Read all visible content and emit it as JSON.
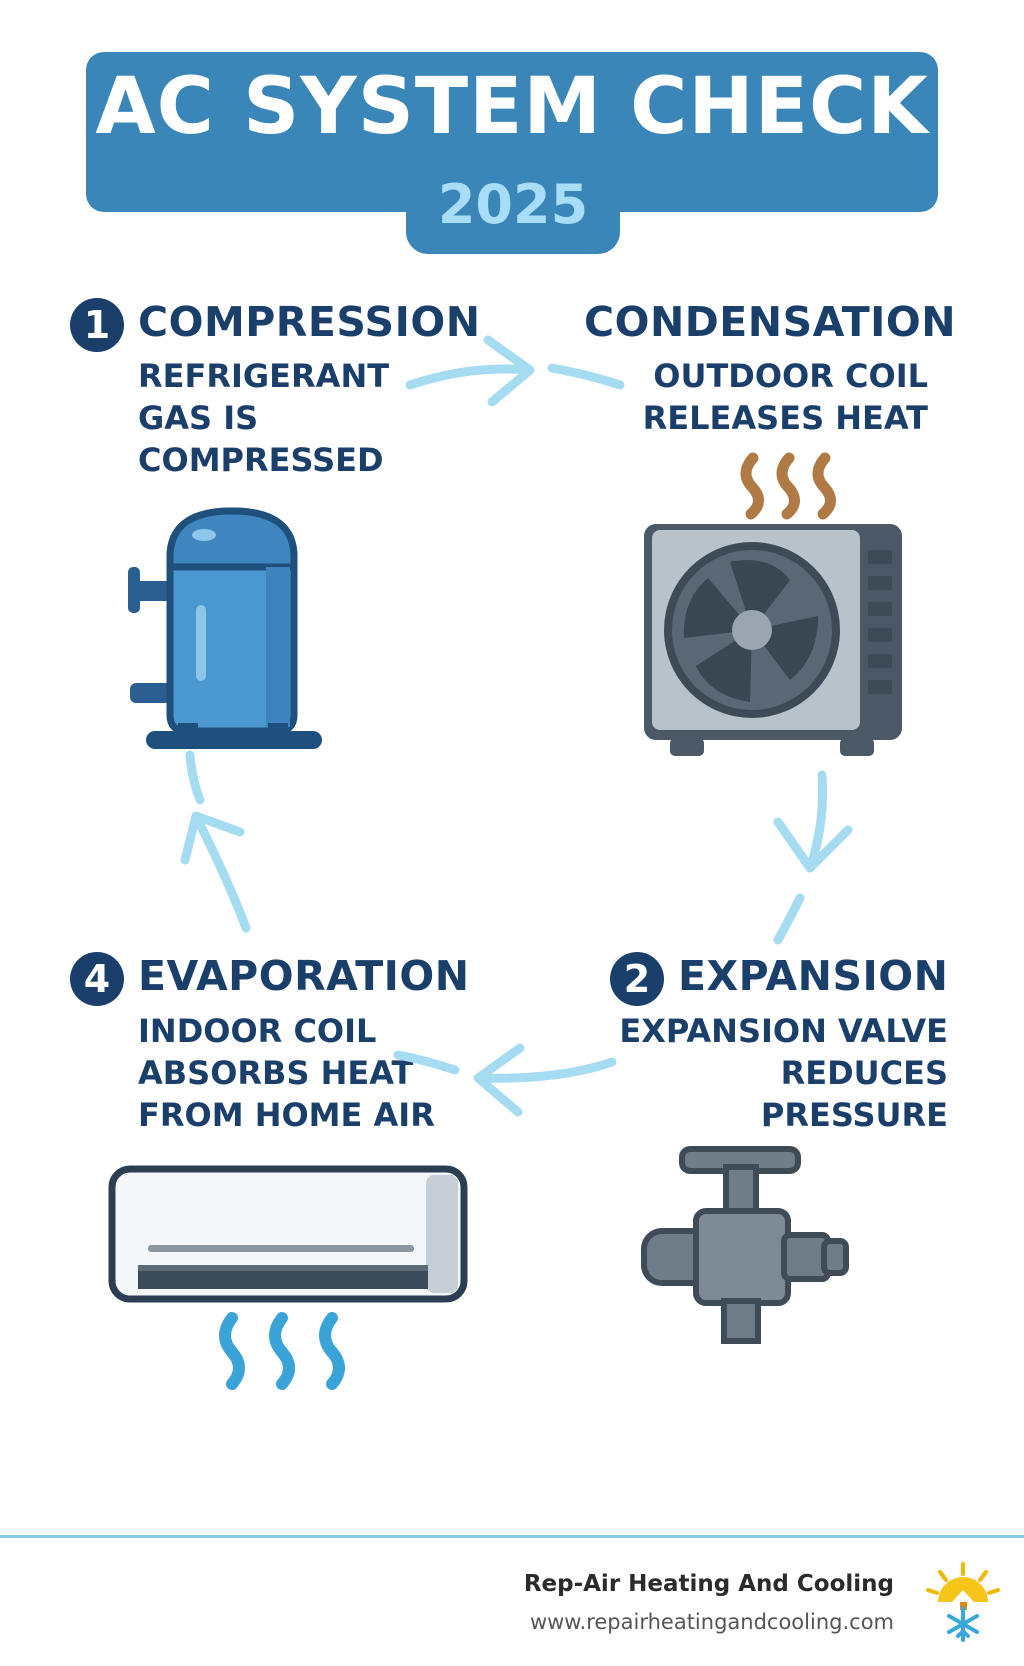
{
  "header": {
    "title": "AC SYSTEM CHECK",
    "year": "2025"
  },
  "steps": {
    "compression": {
      "number": "1",
      "title": "COMPRESSION",
      "lines": [
        "REFRIGERANT",
        "GAS IS",
        "COMPRESSED"
      ]
    },
    "condensation": {
      "title": "CONDENSATION",
      "lines": [
        "OUTDOOR COIL",
        "RELEASES HEAT"
      ]
    },
    "expansion": {
      "number": "2",
      "title": "EXPANSION",
      "lines": [
        "EXPANSION VALVE",
        "REDUCES",
        "PRESSURE"
      ]
    },
    "evaporation": {
      "number": "4",
      "title": "EVAPORATION",
      "lines": [
        "INDOOR COIL",
        "ABSORBS HEAT",
        "FROM HOME AIR"
      ]
    }
  },
  "icons": {
    "compressor": "compressor-icon",
    "outdoor_unit": "outdoor-ac-unit-icon",
    "valve": "expansion-valve-icon",
    "indoor_unit": "indoor-ac-unit-icon",
    "heat_waves": "heat-waves-icon",
    "cool_air": "cool-air-waves-icon",
    "logo": "sun-snowflake-logo-icon"
  },
  "footer": {
    "company": "Rep-Air Heating And Cooling",
    "website": "www.repairheatingandcooling.com"
  },
  "colors": {
    "banner": "#3a86b8",
    "heading": "#1b3f6b",
    "arrow": "#a6dcf2",
    "compressor": "#3f8cc6",
    "unit_gray": "#4d5a66",
    "heat": "#b07a45",
    "cool": "#3aa3d8"
  }
}
